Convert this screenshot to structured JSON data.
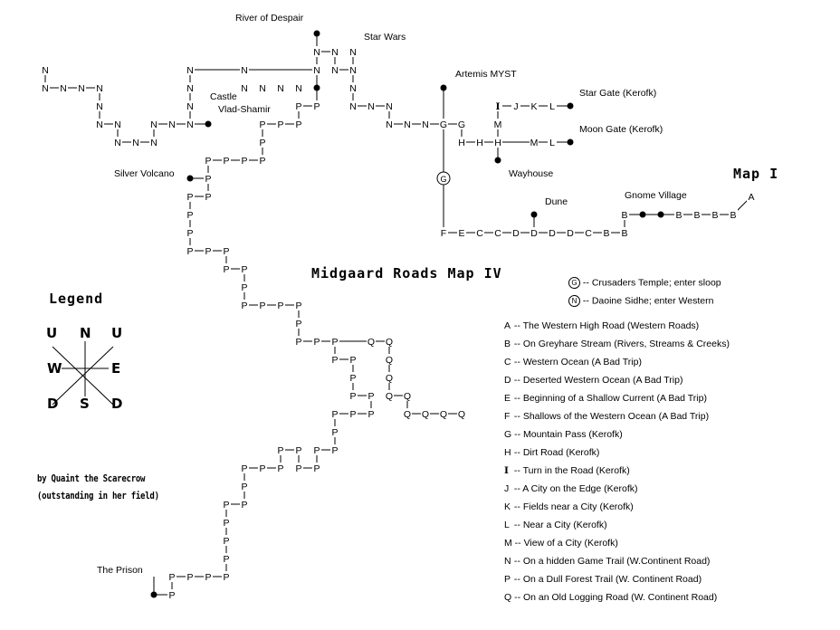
{
  "title": "Midgaard Roads Map IV",
  "map_ref": "Map I",
  "places": {
    "river": "River of Despair",
    "starwars": "Star Wars",
    "artemis": "Artemis MYST",
    "castle1": "Castle",
    "castle2": "Vlad-Shamir",
    "stargate": "Star Gate (Kerofk)",
    "moongate": "Moon Gate (Kerofk)",
    "wayhouse": "Wayhouse",
    "silver": "Silver Volcano",
    "dune": "Dune",
    "gnome": "Gnome Village",
    "prison": "The Prison"
  },
  "legend": {
    "heading": "Legend",
    "compass": {
      "nw": "U",
      "n": "N",
      "ne": "U",
      "w": "W",
      "e": "E",
      "sw": "D",
      "s": "S",
      "se": "D"
    },
    "special": [
      {
        "key": "G",
        "text": "-- Crusaders Temple; enter sloop"
      },
      {
        "key": "N",
        "text": "-- Daoine Sidhe; enter Western"
      }
    ],
    "entries": [
      {
        "key": "A",
        "text": "-- The Western High Road (Western Roads)"
      },
      {
        "key": "B",
        "text": "-- On Greyhare Stream (Rivers, Streams & Creeks)"
      },
      {
        "key": "C",
        "text": "-- Western Ocean (A Bad Trip)"
      },
      {
        "key": "D",
        "text": "-- Deserted Western Ocean (A Bad Trip)"
      },
      {
        "key": "E",
        "text": "-- Beginning of a Shallow Current (A Bad Trip)"
      },
      {
        "key": "F",
        "text": "-- Shallows of the Western Ocean (A Bad Trip)"
      },
      {
        "key": "G",
        "text": "-- Mountain Pass (Kerofk)"
      },
      {
        "key": "H",
        "text": "-- Dirt Road (Kerofk)"
      },
      {
        "key": "I",
        "text": "-- Turn in the Road (Kerofk)"
      },
      {
        "key": "J",
        "text": "-- A City on the Edge (Kerofk)"
      },
      {
        "key": "K",
        "text": "-- Fields near a City (Kerofk)"
      },
      {
        "key": "L",
        "text": "-- Near a City (Kerofk)"
      },
      {
        "key": "M",
        "text": "-- View of a City (Kerofk)"
      },
      {
        "key": "N",
        "text": "-- On a hidden Game Trail (W.Continent Road)"
      },
      {
        "key": "P",
        "text": "-- On a Dull Forest Trail (W. Continent Road)"
      },
      {
        "key": "Q",
        "text": "-- On an Old Logging Road (W. Continent Road)"
      }
    ]
  },
  "credit": [
    "by Quaint the Scarecrow",
    "(outstanding in her field)"
  ],
  "room_paths": [
    "N N N N N N N N N N N N N N N * N N N N N N N N * N N N N N N N * N N N N N (N)",
    "G G * H H H M I J K L * M L * * (G) F E C C D D * D D C B B B * * B B B B A",
    "P P P P P P P P P P * P P P P P P P P P P P P P P P P P P Q Q Q Q Q Q Q Q Q Q",
    "P P P P P P P P P P P P P P P P P P P P P P P P P P P P P P *"
  ]
}
